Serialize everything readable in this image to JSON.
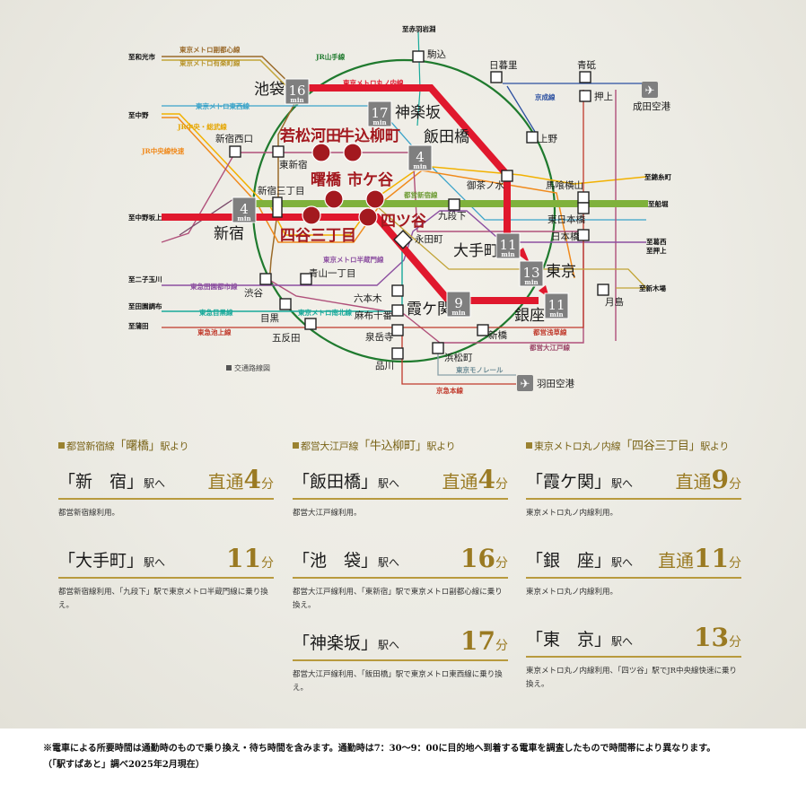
{
  "map": {
    "legend_note": "交通路線図",
    "line_labels": {
      "fukutoshin": "東京メトロ副都心線",
      "yurakucho": "東京メトロ有楽町線",
      "yamanote": "JR山手線",
      "marunouchi": "東京メトロ丸ノ内線",
      "tozai": "東京メトロ東西線",
      "chuo_sobu": "JR中央・総武線",
      "chuo_rapid": "JR中央線快速",
      "keisei": "京成線",
      "shinjuku": "都営新宿線",
      "hanzomon": "東京メトロ半蔵門線",
      "den_en_toshi": "東急田園都市線",
      "meguro": "東急目黒線",
      "namboku": "東京メトロ南北線",
      "ikegami": "東急池上線",
      "asakusa": "都営浅草線",
      "oedo": "都営大江戸線",
      "monorail": "東京モノレール",
      "keikyu": "京急本線"
    },
    "terminals": {
      "wakoshi": "至和光市",
      "nakano": "至中野",
      "nakano_sakaue": "至中野坂上",
      "futako": "至二子玉川",
      "denenchofu": "至田園調布",
      "kamata": "至蒲田",
      "akabane": "至赤羽岩淵",
      "kinshicho": "至錦糸町",
      "funabori": "至船堀",
      "kasai": "至葛西",
      "oshiage": "至押上",
      "shinkiba": "至新木場"
    },
    "stations": {
      "komagome": "駒込",
      "nippori": "日暮里",
      "aoto": "青砥",
      "oshiage": "押上",
      "narita": "成田空港",
      "ueno": "上野",
      "ochanomizu": "御茶ノ水",
      "bakuro": "馬喰横山",
      "higashi_nihombashi": "東日本橋",
      "nihombashi": "日本橋",
      "kudanshita": "九段下",
      "nagatacho": "永田町",
      "shinjuku_nishiguchi": "新宿西口",
      "higashi_shinjuku": "東新宿",
      "shinjuku_sanchome": "新宿三丁目",
      "aoyama": "青山一丁目",
      "shibuya": "渋谷",
      "meguro": "目黒",
      "gotanda": "五反田",
      "roppongi": "六本木",
      "azabu": "麻布十番",
      "sengakuji": "泉岳寺",
      "shinagawa": "品川",
      "hamamatsucho": "浜松町",
      "shimbashi": "新橋",
      "tsukishima": "月島",
      "haneda": "羽田空港"
    },
    "big_stations": {
      "ikebukuro": "池袋",
      "kagurazaka": "神楽坂",
      "iidabashi": "飯田橋",
      "shinjuku": "新宿",
      "otemachi": "大手町",
      "tokyo": "東京",
      "kasumigaseki": "霞ケ関",
      "ginza": "銀座"
    },
    "home_stations": {
      "wakamatsu": "若松河田",
      "ushigome": "牛込柳町",
      "akebonobashi": "曙橋",
      "ichigaya": "市ケ谷",
      "yotsuya_sanchome": "四谷三丁目",
      "yotsuya": "四ツ谷"
    },
    "time_badges": {
      "ikebukuro": "16",
      "kagurazaka": "17",
      "iidabashi": "4",
      "shinjuku": "4",
      "otemachi": "11",
      "tokyo": "13",
      "kasumigaseki": "9",
      "ginza": "11",
      "unit": "min"
    },
    "colors": {
      "yamanote": "#1f7a2e",
      "marunouchi": "#e0182d",
      "shinjuku_line": "#7fb13c",
      "tozai": "#3aa3c9",
      "chuo_sobu": "#f2b100",
      "chuo_rapid": "#f08a1c",
      "oedo": "#b0507a",
      "hanzomon": "#8c4fa0",
      "asakusa": "#c0392b",
      "fukutoshin": "#9a6a2a",
      "yurakucho": "#c2a437",
      "namboku": "#18a99a",
      "keisei": "#2b4fa0",
      "badge": "#7f7f7f",
      "home": "#a3191f"
    }
  },
  "columns": [
    {
      "head_pre": "都営新宿線",
      "head_station": "「曙橋」",
      "head_post": "駅より",
      "routes": [
        {
          "dest": "「新　宿」",
          "eki": "駅へ",
          "pre": "直通",
          "num": "4",
          "unit": "分",
          "note": "都営新宿線利用。"
        },
        {
          "dest": "「大手町」",
          "eki": "駅へ",
          "pre": "",
          "num": "11",
          "unit": "分",
          "note": "都営新宿線利用、「九段下」駅で東京メトロ半蔵門線に乗り換え。"
        }
      ]
    },
    {
      "head_pre": "都営大江戸線",
      "head_station": "「牛込柳町」",
      "head_post": "駅より",
      "routes": [
        {
          "dest": "「飯田橋」",
          "eki": "駅へ",
          "pre": "直通",
          "num": "4",
          "unit": "分",
          "note": "都営大江戸線利用。"
        },
        {
          "dest": "「池　袋」",
          "eki": "駅へ",
          "pre": "",
          "num": "16",
          "unit": "分",
          "note": "都営大江戸線利用、「東新宿」駅で東京メトロ副都心線に乗り換え。"
        },
        {
          "dest": "「神楽坂」",
          "eki": "駅へ",
          "pre": "",
          "num": "17",
          "unit": "分",
          "note": "都営大江戸線利用、「飯田橋」駅で東京メトロ東西線に乗り換え。"
        }
      ]
    },
    {
      "head_pre": "東京メトロ丸ノ内線",
      "head_station": "「四谷三丁目」",
      "head_post": "駅より",
      "routes": [
        {
          "dest": "「霞ケ関」",
          "eki": "駅へ",
          "pre": "直通",
          "num": "9",
          "unit": "分",
          "note": "東京メトロ丸ノ内線利用。"
        },
        {
          "dest": "「銀　座」",
          "eki": "駅へ",
          "pre": "直通",
          "num": "11",
          "unit": "分",
          "note": "東京メトロ丸ノ内線利用。"
        },
        {
          "dest": "「東　京」",
          "eki": "駅へ",
          "pre": "",
          "num": "13",
          "unit": "分",
          "note": "東京メトロ丸ノ内線利用、「四ツ谷」駅でJR中央線快速に乗り換え。"
        }
      ]
    }
  ],
  "footer": {
    "line1": "※電車による所要時間は通勤時のもので乗り換え・待ち時間を含みます。通勤時は7：30～9：00に目的地へ到着する電車を調査したもので時間帯により異なります。",
    "line2": "（「駅すぱあと」調べ2025年2月現在）"
  }
}
